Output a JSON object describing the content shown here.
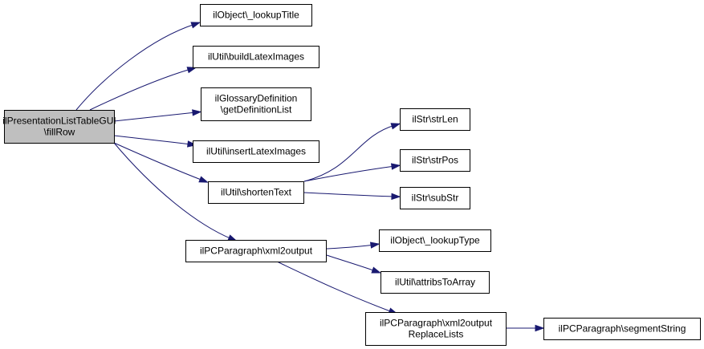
{
  "diagram": {
    "colors": {
      "edge": "#191970",
      "root_fill": "#bfbfbf",
      "node_fill": "#ffffff",
      "node_stroke": "#000000"
    },
    "nodes": [
      {
        "id": "root",
        "lines": [
          "ilPresentationListTableGUI",
          "\\fillRow"
        ],
        "root": true
      },
      {
        "id": "lookupTitle",
        "lines": [
          "ilObject\\_lookupTitle"
        ]
      },
      {
        "id": "buildLatexImages",
        "lines": [
          "ilUtil\\buildLatexImages"
        ]
      },
      {
        "id": "getDefinitionList",
        "lines": [
          "ilGlossaryDefinition",
          "\\getDefinitionList"
        ]
      },
      {
        "id": "insertLatexImages",
        "lines": [
          "ilUtil\\insertLatexImages"
        ]
      },
      {
        "id": "shortenText",
        "lines": [
          "ilUtil\\shortenText"
        ]
      },
      {
        "id": "xml2output",
        "lines": [
          "ilPCParagraph\\xml2output"
        ]
      },
      {
        "id": "strLen",
        "lines": [
          "ilStr\\strLen"
        ]
      },
      {
        "id": "strPos",
        "lines": [
          "ilStr\\strPos"
        ]
      },
      {
        "id": "subStr",
        "lines": [
          "ilStr\\subStr"
        ]
      },
      {
        "id": "lookupType",
        "lines": [
          "ilObject\\_lookupType"
        ]
      },
      {
        "id": "attribsToArray",
        "lines": [
          "ilUtil\\attribsToArray"
        ]
      },
      {
        "id": "xml2outputReplaceLists",
        "lines": [
          "ilPCParagraph\\xml2output",
          "ReplaceLists"
        ]
      },
      {
        "id": "segmentString",
        "lines": [
          "ilPCParagraph\\segmentString"
        ]
      }
    ],
    "edges": [
      {
        "from": "root",
        "to": "lookupTitle"
      },
      {
        "from": "root",
        "to": "buildLatexImages"
      },
      {
        "from": "root",
        "to": "getDefinitionList"
      },
      {
        "from": "root",
        "to": "insertLatexImages"
      },
      {
        "from": "root",
        "to": "shortenText"
      },
      {
        "from": "root",
        "to": "xml2output"
      },
      {
        "from": "shortenText",
        "to": "strLen"
      },
      {
        "from": "shortenText",
        "to": "strPos"
      },
      {
        "from": "shortenText",
        "to": "subStr"
      },
      {
        "from": "xml2output",
        "to": "lookupType"
      },
      {
        "from": "xml2output",
        "to": "attribsToArray"
      },
      {
        "from": "xml2output",
        "to": "xml2outputReplaceLists"
      },
      {
        "from": "xml2outputReplaceLists",
        "to": "segmentString"
      }
    ]
  }
}
